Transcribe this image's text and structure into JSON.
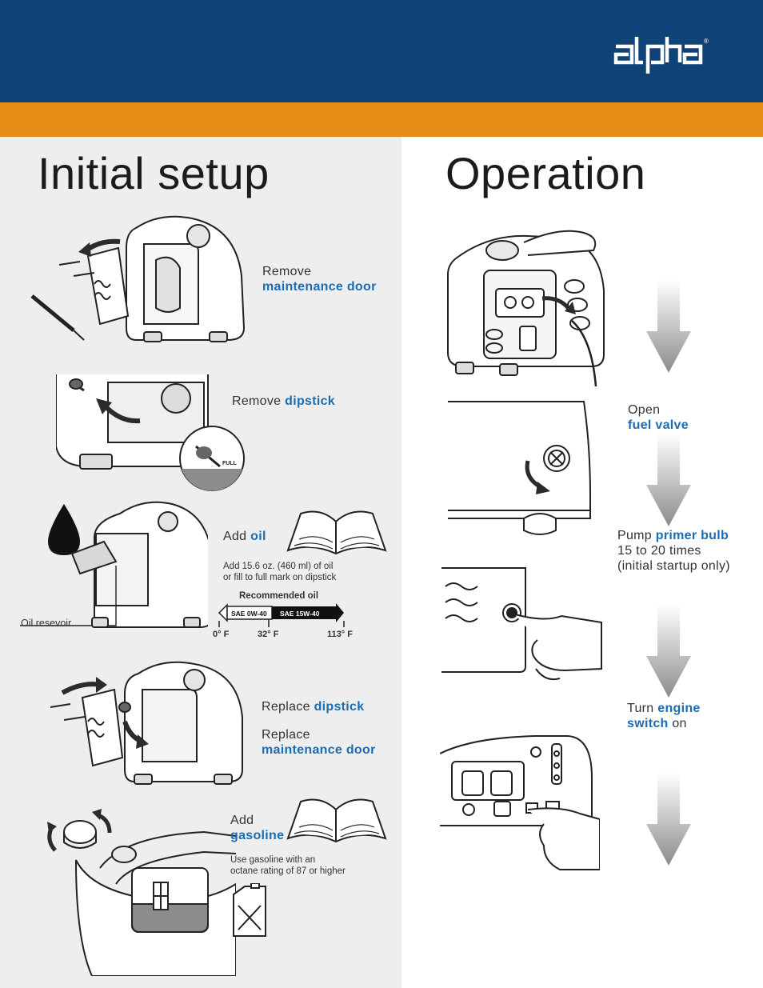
{
  "brand": {
    "logo_text": "alpha",
    "registered": "®"
  },
  "colors": {
    "header": "#0f4378",
    "accent_band": "#e68c16",
    "highlight": "#1a6cb3",
    "left_panel": "#eeeeee"
  },
  "left": {
    "title": "Initial setup",
    "step1": {
      "prefix": "Remove",
      "highlight": "maintenance door"
    },
    "step2": {
      "prefix": "Remove",
      "highlight": "dipstick",
      "inset_label": "FULL"
    },
    "step3": {
      "prefix": "Add",
      "highlight": "oil",
      "note_line1": "Add 15.6 oz. (460 ml) of oil",
      "note_line2": "or fill to full mark on dipstick",
      "callout": "Oil resevoir",
      "oil_title": "Recommended oil",
      "oil_left": "SAE 0W-40",
      "oil_right": "SAE 15W-40",
      "temps": [
        "0° F",
        "32° F",
        "113° F"
      ]
    },
    "step4": {
      "line1_prefix": "Replace",
      "line1_highlight": "dipstick",
      "line2_prefix": "Replace",
      "line2_highlight": "maintenance door"
    },
    "step5": {
      "prefix": "Add",
      "highlight": "gasoline",
      "note_line1": "Use gasoline with an",
      "note_line2": "octane rating of 87 or higher"
    }
  },
  "right": {
    "title": "Operation",
    "step1": {
      "prefix": "Open",
      "highlight": "fuel valve"
    },
    "step2": {
      "prefix": "Pump",
      "highlight": "primer bulb",
      "line2": "15 to 20 times",
      "line3": "(initial startup only)"
    },
    "step3": {
      "prefix": "Turn",
      "highlight_a": "engine",
      "highlight_b": "switch",
      "suffix": "on"
    }
  }
}
